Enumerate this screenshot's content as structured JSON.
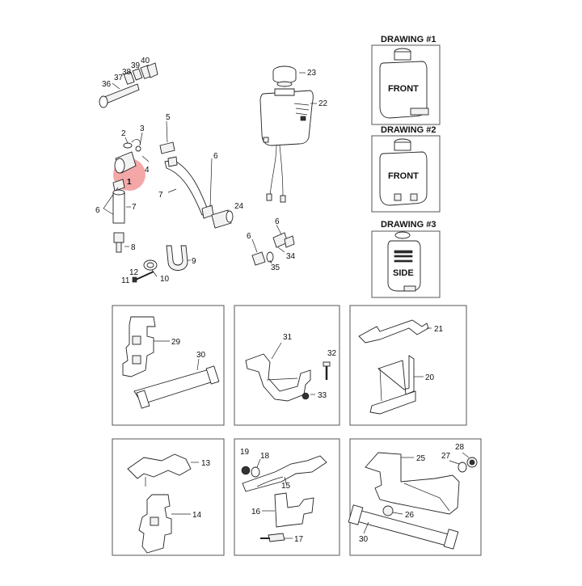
{
  "drawings": [
    "DRAWING #1",
    "DRAWING #2",
    "DRAWING #3"
  ],
  "tank_labels": [
    "FRONT",
    "FRONT",
    "SIDE"
  ],
  "highlight": {
    "color": "#f08a8a",
    "label": "1"
  },
  "callouts": {
    "c1": "1",
    "c2": "2",
    "c3": "3",
    "c4": "4",
    "c5": "5",
    "c6": "6",
    "c7": "7",
    "c8": "8",
    "c9": "9",
    "c10": "10",
    "c11": "11",
    "c12": "12",
    "c13": "13",
    "c14": "14",
    "c15": "15",
    "c16": "16",
    "c17": "17",
    "c18": "18",
    "c19": "19",
    "c20": "20",
    "c21": "21",
    "c22": "22",
    "c23": "23",
    "c24": "24",
    "c25": "25",
    "c26": "26",
    "c27": "27",
    "c28": "28",
    "c29": "29",
    "c30": "30",
    "c31": "31",
    "c32": "32",
    "c33": "33",
    "c34": "34",
    "c35": "35",
    "c36": "36",
    "c37": "37",
    "c38": "38",
    "c39": "39",
    "c40": "40"
  }
}
